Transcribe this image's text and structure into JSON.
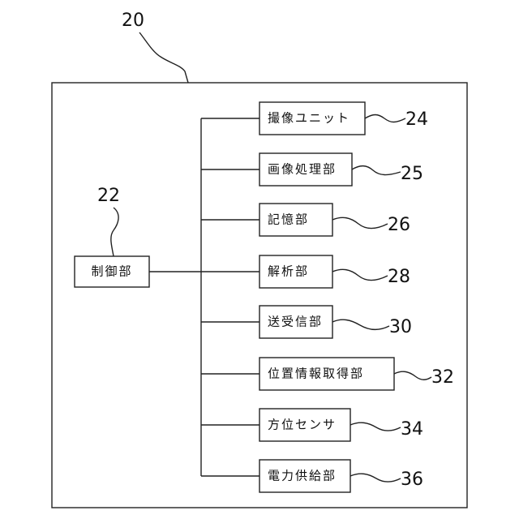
{
  "diagram": {
    "system_ref": "20",
    "controller": {
      "label": "制御部",
      "ref": "22"
    },
    "units": [
      {
        "label": "撮像ユニット",
        "ref": "24"
      },
      {
        "label": "画像処理部",
        "ref": "25"
      },
      {
        "label": "記憶部",
        "ref": "26"
      },
      {
        "label": "解析部",
        "ref": "28"
      },
      {
        "label": "送受信部",
        "ref": "30"
      },
      {
        "label": "位置情報取得部",
        "ref": "32"
      },
      {
        "label": "方位センサ",
        "ref": "34"
      },
      {
        "label": "電力供給部",
        "ref": "36"
      }
    ]
  }
}
